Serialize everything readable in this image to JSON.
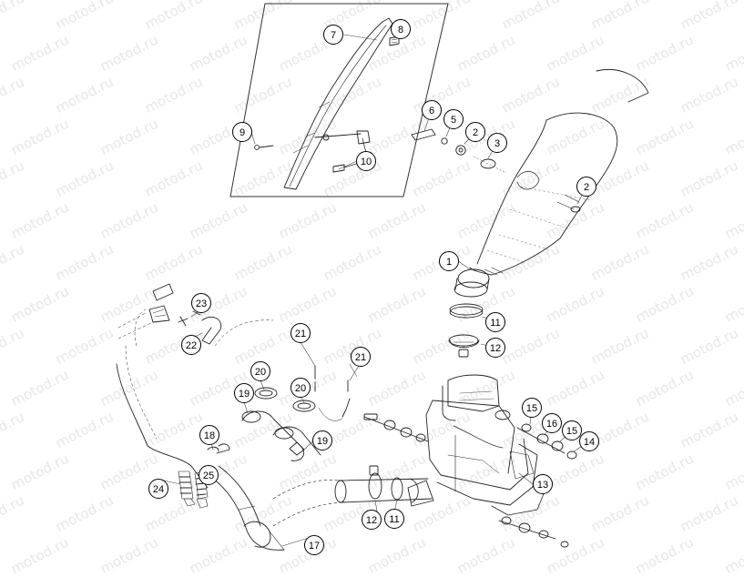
{
  "watermark": "motod.ru",
  "callouts": [
    {
      "label": "1"
    },
    {
      "label": "2"
    },
    {
      "label": "2"
    },
    {
      "label": "3"
    },
    {
      "label": "5"
    },
    {
      "label": "6"
    },
    {
      "label": "7"
    },
    {
      "label": "8"
    },
    {
      "label": "9"
    },
    {
      "label": "10"
    },
    {
      "label": "11"
    },
    {
      "label": "12"
    },
    {
      "label": "13"
    },
    {
      "label": "14"
    },
    {
      "label": "15"
    },
    {
      "label": "16"
    },
    {
      "label": "15"
    },
    {
      "label": "17"
    },
    {
      "label": "18"
    },
    {
      "label": "19"
    },
    {
      "label": "19"
    },
    {
      "label": "20"
    },
    {
      "label": "20"
    },
    {
      "label": "21"
    },
    {
      "label": "21"
    },
    {
      "label": "22"
    },
    {
      "label": "23"
    },
    {
      "label": "24"
    },
    {
      "label": "25"
    },
    {
      "label": "12"
    },
    {
      "label": "11"
    }
  ]
}
